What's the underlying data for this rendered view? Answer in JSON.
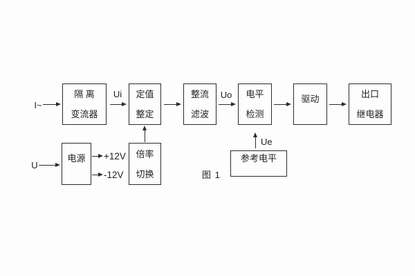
{
  "figure": {
    "caption": "图 1",
    "colors": {
      "line": "#2b2b2b",
      "text": "#1f1f1f",
      "background": "#fdfdfd"
    }
  },
  "blocks": {
    "isolation": {
      "lines": [
        "隔 离",
        "变流器"
      ]
    },
    "setting": {
      "lines": [
        "定值",
        "整定"
      ]
    },
    "rectifier": {
      "lines": [
        "整流",
        "滤波"
      ]
    },
    "level": {
      "lines": [
        "电平",
        "检测"
      ]
    },
    "driver": {
      "lines": [
        "驱动"
      ]
    },
    "relay": {
      "lines": [
        "出口",
        "继电器"
      ]
    },
    "power": {
      "lines": [
        "电源"
      ]
    },
    "ratio": {
      "lines": [
        "倍率",
        "切换"
      ]
    },
    "reference": {
      "lines": [
        "参考电平"
      ]
    }
  },
  "signals": {
    "input_current": "I~",
    "input_voltage": "U",
    "ui": "Ui",
    "uo": "Uo",
    "ue": "Ue",
    "pos_rail": "+12V",
    "neg_rail": "-12V"
  }
}
